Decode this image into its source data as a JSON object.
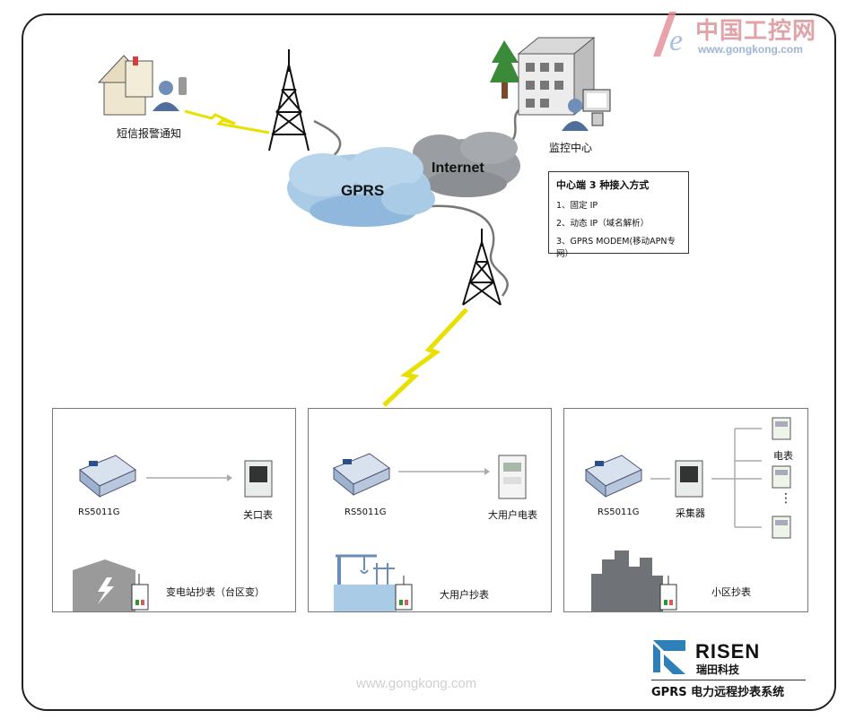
{
  "watermark": {
    "cn": "中国工控网",
    "url": "www.gongkong.com"
  },
  "top": {
    "sms_label": "短信报警通知",
    "center_label": "监控中心",
    "gprs_cloud": "GPRS",
    "internet_cloud": "Internet"
  },
  "access_methods": {
    "title": "中心端 3 种接入方式",
    "items": [
      "1、固定 IP",
      "2、动态 IP（域名解析）",
      "3、GPRS MODEM(移动APN专网）"
    ]
  },
  "panels": [
    {
      "device": "RS5011G",
      "target": "关口表",
      "scene": "变电站抄表（台区变）"
    },
    {
      "device": "RS5011G",
      "target": "大用户电表",
      "scene": "大用户抄表"
    },
    {
      "device": "RS5011G",
      "target": "采集器",
      "meter": "电表",
      "dots": "⋮",
      "scene": "小区抄表"
    }
  ],
  "bottom_url": "www.gongkong.com",
  "brand": {
    "name": "RISEN",
    "cn": "瑞田科技",
    "system_title": "GPRS 电力远程抄表系统"
  },
  "colors": {
    "cloud": "#a9cbe6",
    "cloud_dark": "#6a9cc8",
    "internet": "#9a9ea3",
    "lightning": "#e8e000",
    "accent_red": "#e05a6a"
  }
}
